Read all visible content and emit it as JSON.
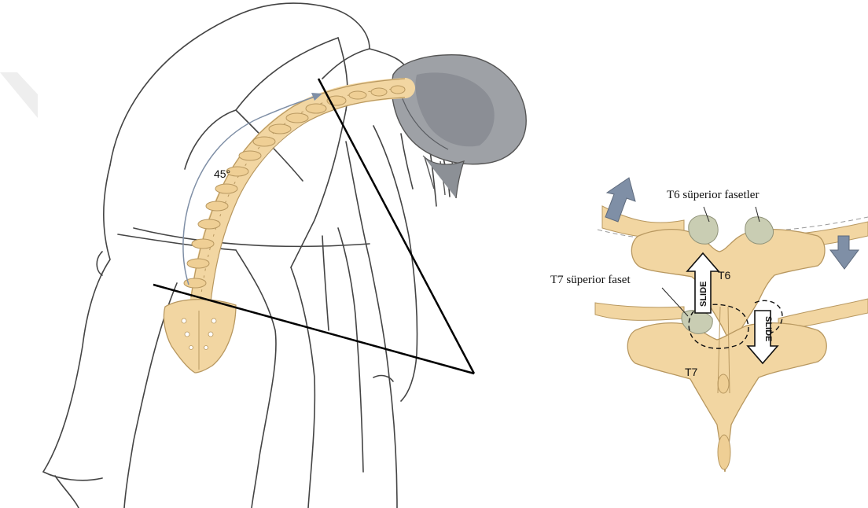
{
  "left_panel": {
    "angle_label": "45°"
  },
  "right_panel": {
    "t6_superior_facets_label": "T6 süperior fasetler",
    "t7_superior_facet_label": "T7 süperior faset",
    "t6_label": "T6",
    "t7_label": "T7",
    "slide_up_label": "SLIDE",
    "slide_down_label": "SLIDE"
  },
  "colors": {
    "bone": "#F2D6A2",
    "bone_outline": "#B89860",
    "cartilage": "#C9CDB3",
    "head": "#9EA1A6",
    "head_dark": "#6E7277",
    "motion_arrow": "#7F8FA6",
    "outline": "#444444"
  }
}
